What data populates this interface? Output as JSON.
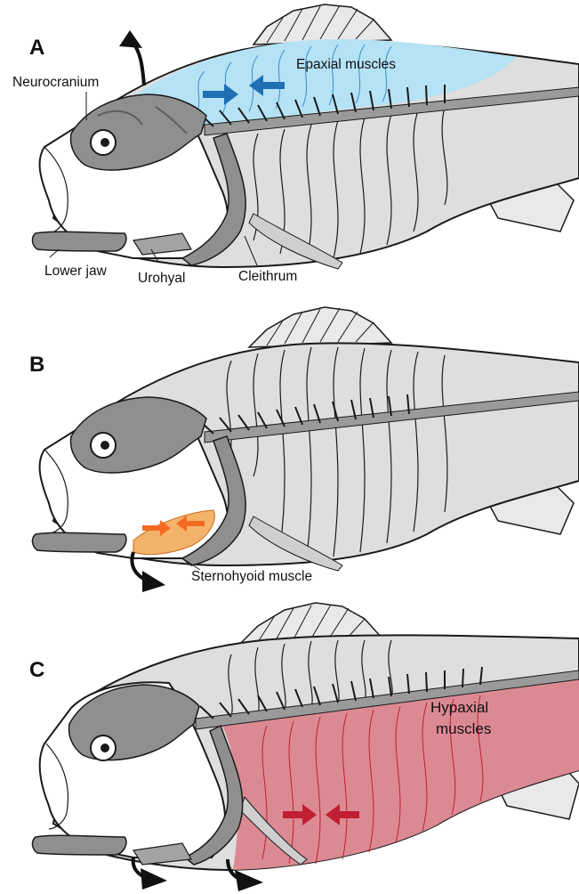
{
  "colors": {
    "body": "#dedede",
    "bone": "#8f8f8f",
    "bone_dark": "#5e5e5e",
    "head": "#ffffff",
    "outline": "#1a1a1a",
    "epaxial": "#b5e2f5",
    "epaxial_line": "#3a8dc9",
    "sternohyoid": "#f4b36a",
    "sternohyoid_arrow": "#f26b21",
    "hypaxial": "#db8a93",
    "hypaxial_line": "#c01f33",
    "motion_arrow": "#111111"
  },
  "panels": [
    {
      "letter": "A",
      "labels": {
        "neurocranium": "Neurocranium",
        "epaxial": "Epaxial muscles",
        "lower_jaw": "Lower jaw",
        "urohyal": "Urohyal",
        "cleithrum": "Cleithrum"
      }
    },
    {
      "letter": "B",
      "labels": {
        "sternohyoid": "Sternohyoid muscle"
      }
    },
    {
      "letter": "C",
      "labels": {
        "hypaxial_1": "Hypaxial",
        "hypaxial_2": "muscles"
      }
    }
  ]
}
